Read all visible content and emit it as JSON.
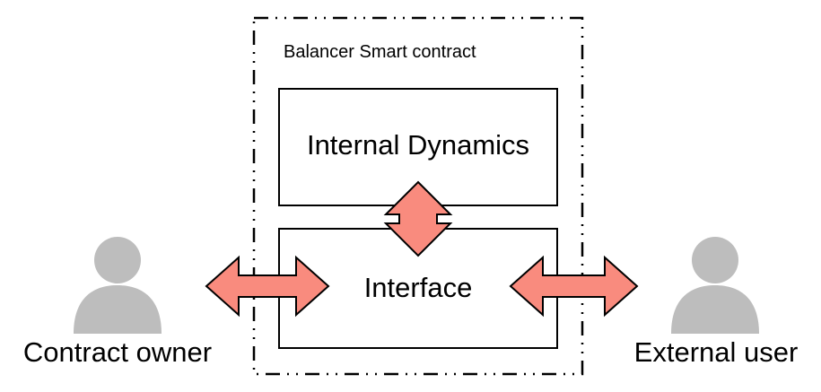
{
  "diagram": {
    "container_label": "Balancer Smart contract",
    "internal_box_label": "Internal Dynamics",
    "interface_box_label": "Interface",
    "left_actor_label": "Contract owner",
    "right_actor_label": "External user"
  },
  "colors": {
    "arrow_fill": "#f98b7e",
    "arrow_stroke": "#000000",
    "person_icon": "#bdbdbd",
    "box_stroke": "#000000",
    "background": "#ffffff"
  },
  "icons": {
    "left_actor": "person-icon",
    "right_actor": "person-icon"
  }
}
